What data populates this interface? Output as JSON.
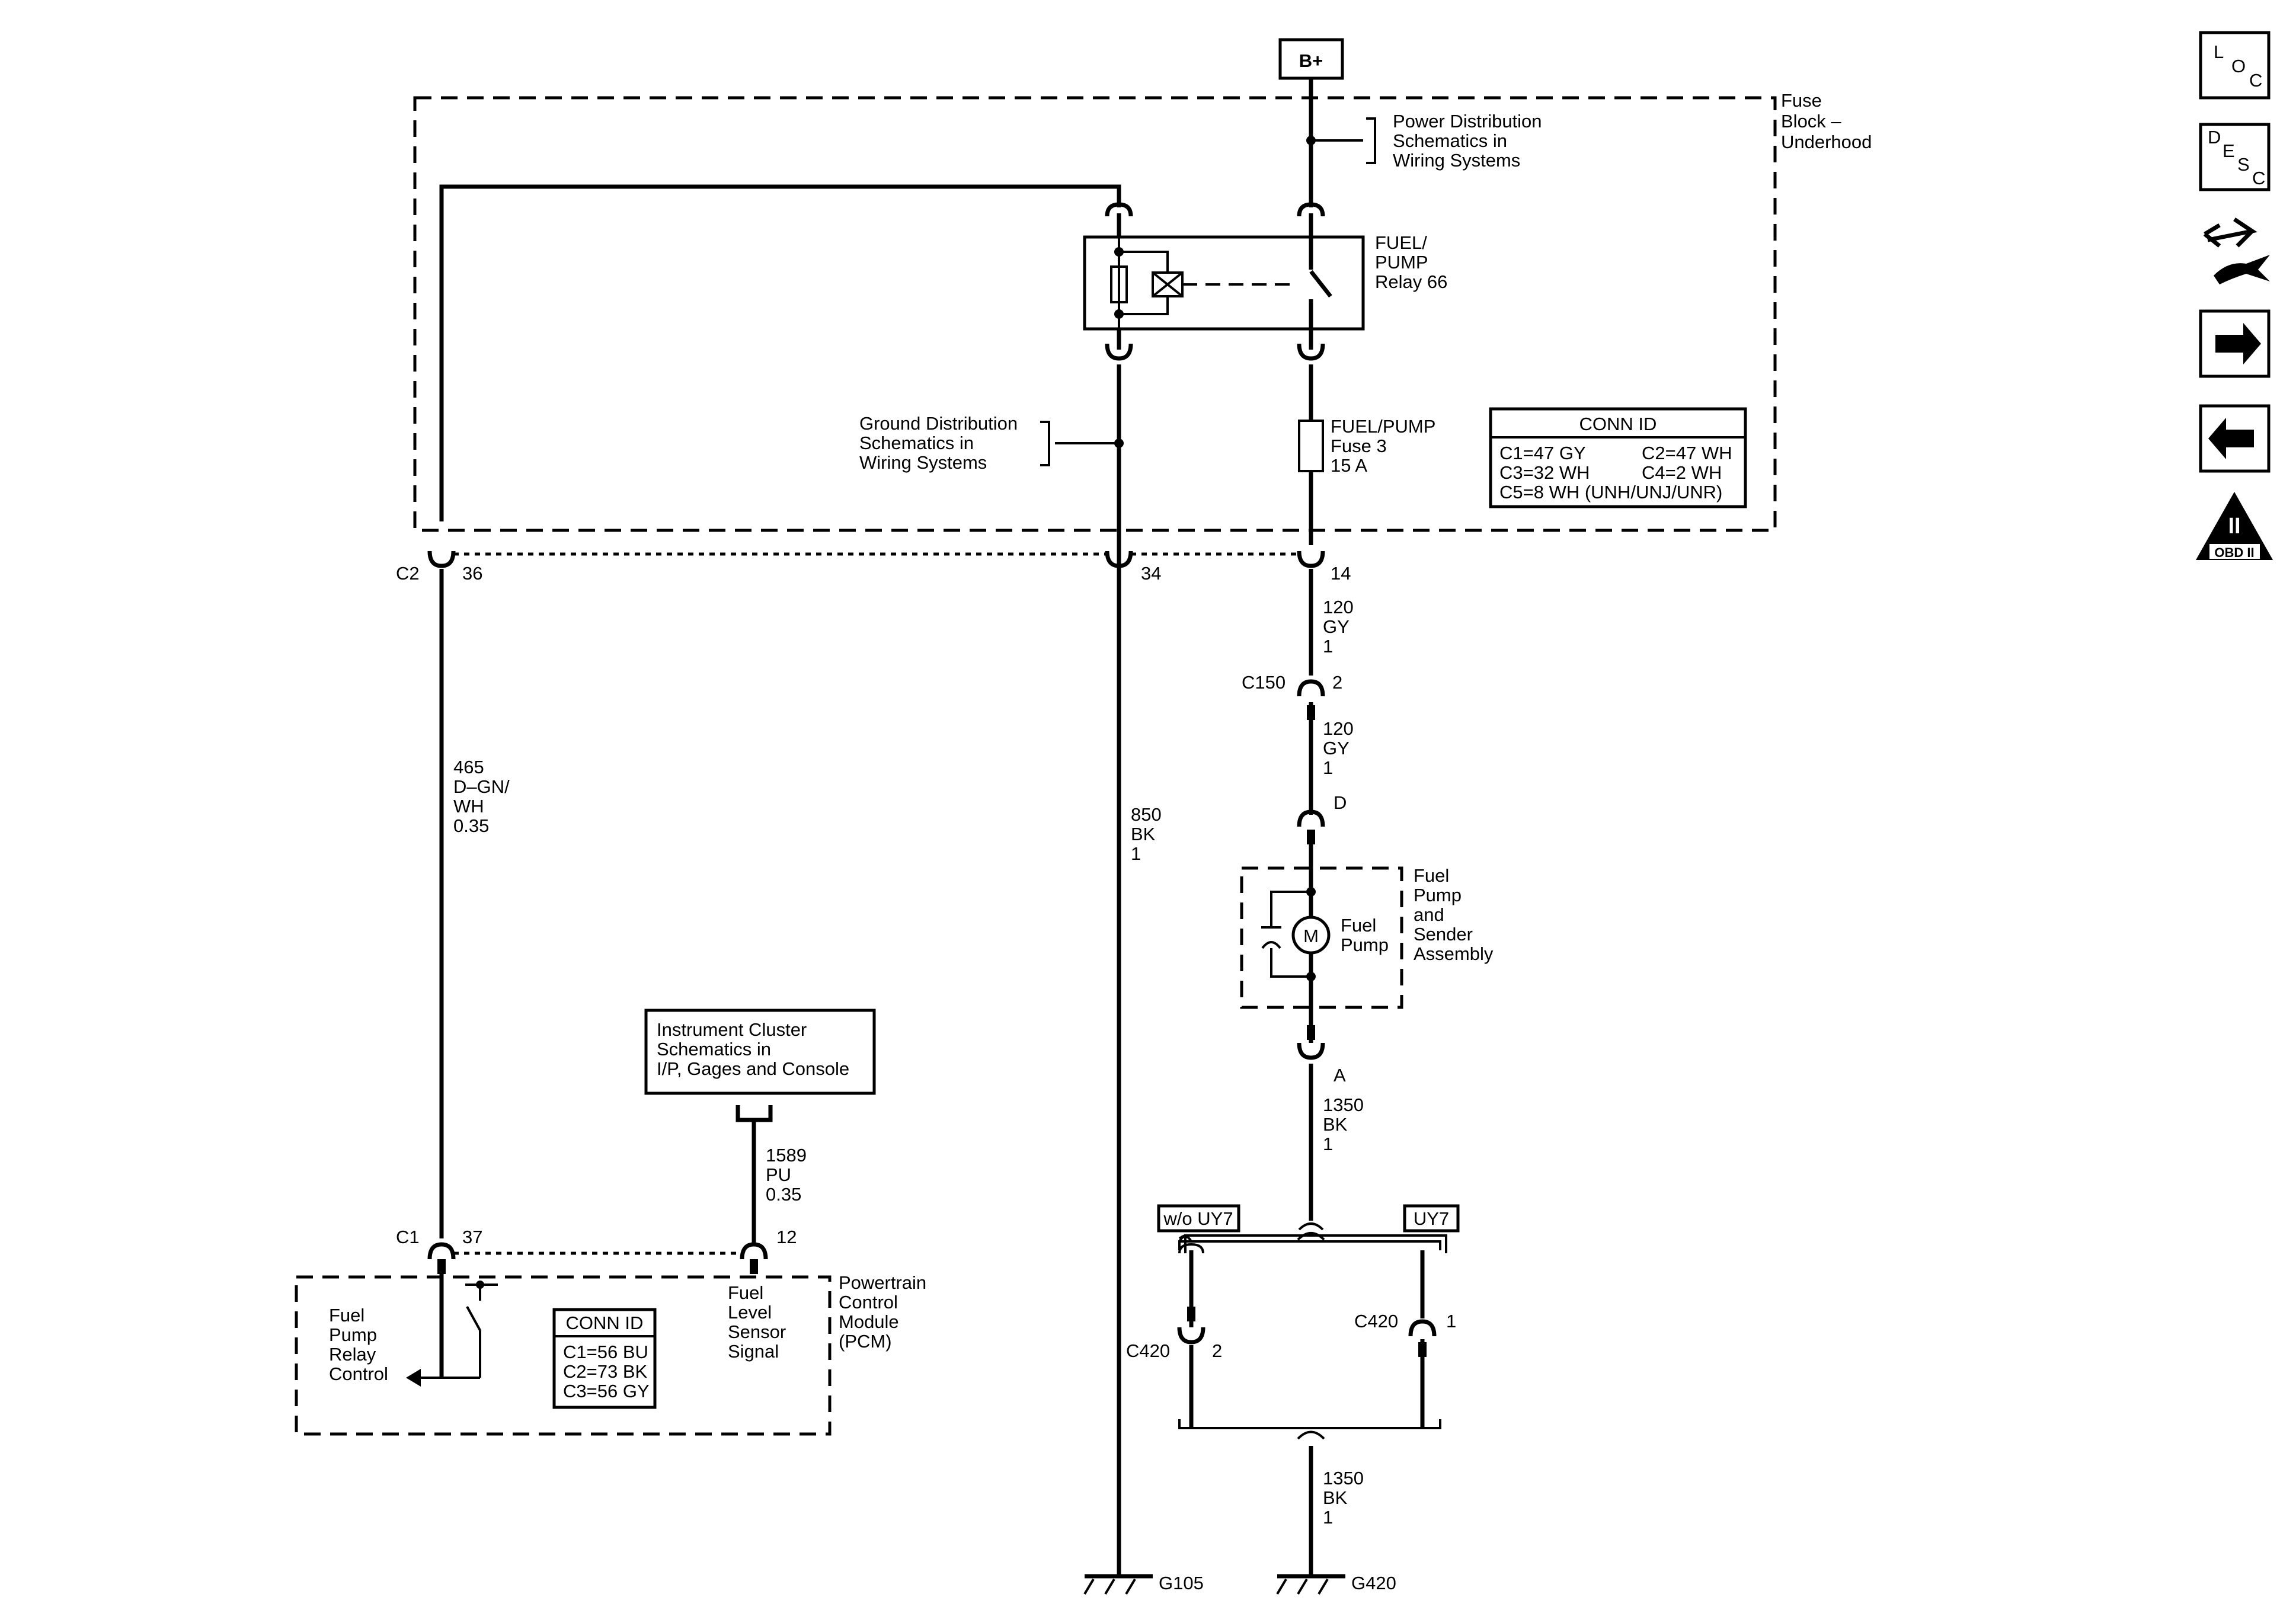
{
  "supply": {
    "label": "B+"
  },
  "fuse_block": {
    "title": [
      "Fuse",
      "Block –",
      "Underhood"
    ],
    "power_ref": [
      "Power Distribution",
      "Schematics in",
      "Wiring Systems"
    ],
    "ground_ref": [
      "Ground Distribution",
      "Schematics in",
      "Wiring Systems"
    ],
    "relay": [
      "FUEL/",
      "PUMP",
      "Relay 66"
    ],
    "fuse": [
      "FUEL/PUMP",
      "Fuse 3",
      "15 A"
    ],
    "conn_id": {
      "title": "CONN ID",
      "rows": [
        [
          "C1=47 GY",
          "C2=47 WH"
        ],
        [
          "C3=32 WH",
          "C4=2 WH"
        ],
        [
          "C5=8 WH (UNH/UNJ/UNR)",
          ""
        ]
      ]
    }
  },
  "connectors": {
    "c2": "C2",
    "pin36": "36",
    "pin34": "34",
    "pin14": "14",
    "c150": "C150",
    "c150_pin": "2",
    "pin_d": "D",
    "pin_a": "A",
    "c1": "C1",
    "pin37": "37",
    "pin12": "12",
    "c420_left": "C420",
    "c420_left_pin": "2",
    "c420_right": "C420",
    "c420_right_pin": "1"
  },
  "wires": {
    "w465": [
      "465",
      "D–GN/",
      "WH",
      "0.35"
    ],
    "w850": [
      "850",
      "BK",
      "1"
    ],
    "w120a": [
      "120",
      "GY",
      "1"
    ],
    "w120b": [
      "120",
      "GY",
      "1"
    ],
    "w1350a": [
      "1350",
      "BK",
      "1"
    ],
    "w1350b": [
      "1350",
      "BK",
      "1"
    ],
    "w1589": [
      "1589",
      "PU",
      "0.35"
    ]
  },
  "fuel_pump": {
    "motor_symbol": "M",
    "motor_label": [
      "Fuel",
      "Pump"
    ],
    "assembly": [
      "Fuel",
      "Pump",
      "and",
      "Sender",
      "Assembly"
    ]
  },
  "options": {
    "without": "w/o UY7",
    "with": "UY7"
  },
  "grounds": {
    "g105": "G105",
    "g420": "G420"
  },
  "instrument_ref": [
    "Instrument Cluster",
    "Schematics in",
    "I/P, Gages and Console"
  ],
  "pcm": {
    "title": [
      "Powertrain",
      "Control",
      "Module",
      "(PCM)"
    ],
    "relay_control": [
      "Fuel",
      "Pump",
      "Relay",
      "Control"
    ],
    "sensor_signal": [
      "Fuel",
      "Level",
      "Sensor",
      "Signal"
    ],
    "conn_id": {
      "title": "CONN ID",
      "rows": [
        "C1=56 BU",
        "C2=73 BK",
        "C3=56 GY"
      ]
    }
  },
  "nav": {
    "loc": [
      "L",
      "O",
      "C"
    ],
    "desc": [
      "D",
      "E",
      "S",
      "C"
    ],
    "obd": {
      "numeral": "II",
      "label": "OBD II"
    }
  }
}
